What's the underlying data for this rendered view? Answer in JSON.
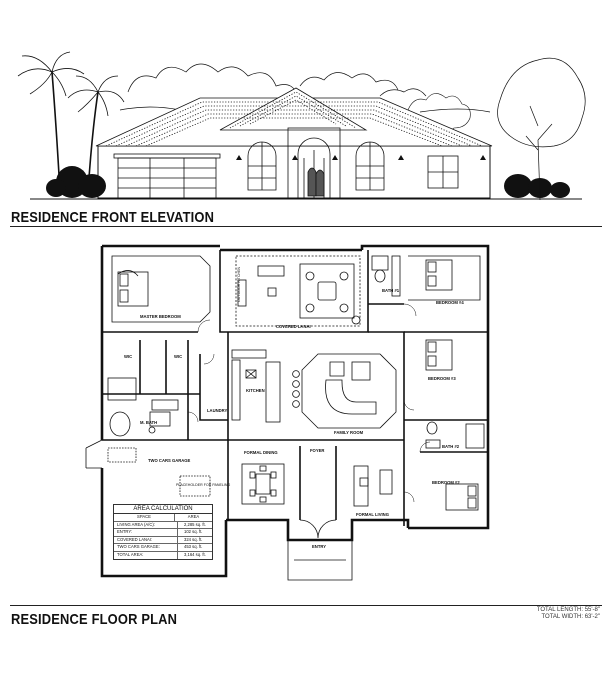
{
  "titles": {
    "elevation": "RESIDENCE FRONT ELEVATION",
    "plan": "RESIDENCE FLOOR PLAN"
  },
  "dimensions": {
    "length": "TOTAL LENGTH:  55'-8\"",
    "width": "TOTAL WIDTH:    63'-2\""
  },
  "rooms": {
    "master_bedroom": "MASTER BEDROOM",
    "wic1": "WIC",
    "wic2": "WIC",
    "m_bath": "M. BATH",
    "laundry": "LAUNDRY",
    "kitchen": "KITCHEN",
    "covered_lanai": "COVERED LANAI",
    "outdoor_kitchen": "OUTDOOR KITCHEN",
    "family_room": "FAMILY ROOM",
    "bath1": "BATH #1",
    "bedroom4": "BEDROOM #4",
    "bedroom3": "BEDROOM #3",
    "bath2": "BATH #2",
    "bedroom2": "BEDROOM #2",
    "two_cars_garage": "TWO CARS GARAGE",
    "garage_note": "PLACEHOLDER FOR PANELING",
    "formal_dining": "FORMAL DINING",
    "foyer": "FOYER",
    "formal_living": "FORMAL LIVING",
    "entry": "ENTRY"
  },
  "area_calculation": {
    "title": "AREA CALCULATION",
    "header": [
      "SPACE",
      "AREA"
    ],
    "rows": [
      [
        "LIVING AREA (A/C):",
        "2,285  sq. ft."
      ],
      [
        "ENTRY:",
        "102  sq. ft."
      ],
      [
        "COVERED LANAI:",
        "324  sq. ft."
      ],
      [
        "TWO CARS GARAGE:",
        "453  sq. ft."
      ],
      [
        "TOTAL AREA:",
        "3,164  sq. ft."
      ]
    ]
  }
}
